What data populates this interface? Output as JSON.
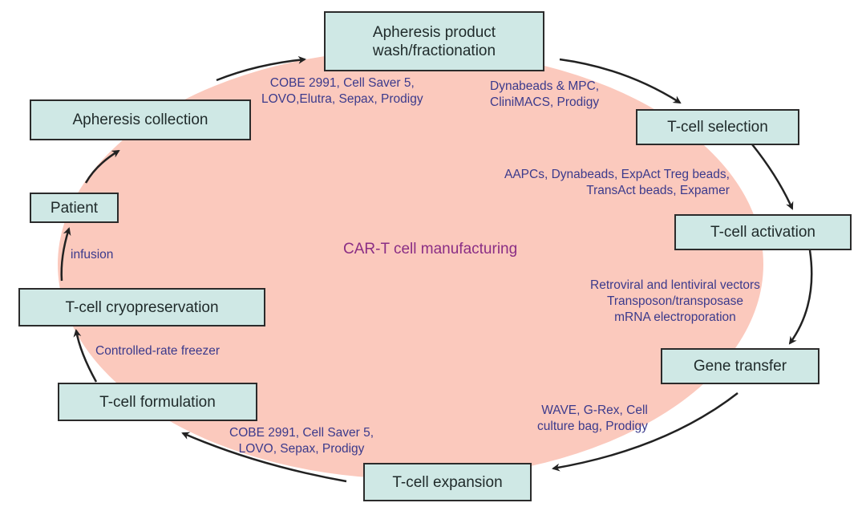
{
  "title": "CAR-T cell manufacturing",
  "colors": {
    "ellipse": "#fbc9bd",
    "box_fill": "#cfe8e5",
    "tool_text": "#3b3a8c",
    "title_text": "#8a2e85"
  },
  "steps": [
    {
      "id": "apheresis-collection",
      "label": "Apheresis collection"
    },
    {
      "id": "apheresis-wash",
      "label": "Apheresis product wash/fractionation"
    },
    {
      "id": "selection",
      "label": "T-cell selection"
    },
    {
      "id": "activation",
      "label": "T-cell activation"
    },
    {
      "id": "gene-transfer",
      "label": "Gene transfer"
    },
    {
      "id": "expansion",
      "label": "T-cell expansion"
    },
    {
      "id": "formulation",
      "label": "T-cell formulation"
    },
    {
      "id": "cryopreservation",
      "label": "T-cell cryopreservation"
    },
    {
      "id": "patient",
      "label": "Patient"
    }
  ],
  "tools": {
    "wash_line1": "COBE 2991, Cell Saver 5,",
    "wash_line2": "LOVO,Elutra, Sepax, Prodigy",
    "selection_line1": "Dynabeads & MPC,",
    "selection_line2": "CliniMACS, Prodigy",
    "activation_line1": "AAPCs, Dynabeads, ExpAct Treg beads,",
    "activation_line2": "TransAct beads, Expamer",
    "gene_line1": "Retroviral and lentiviral vectors",
    "gene_line2": "Transposon/transposase",
    "gene_line3": "mRNA electroporation",
    "expansion_line1": "WAVE, G-Rex, Cell",
    "expansion_line2": "culture bag, Prodigy",
    "formulation_line1": "COBE 2991, Cell Saver 5,",
    "formulation_line2": "LOVO, Sepax, Prodigy",
    "cryo": "Controlled-rate freezer",
    "infusion": "infusion"
  }
}
